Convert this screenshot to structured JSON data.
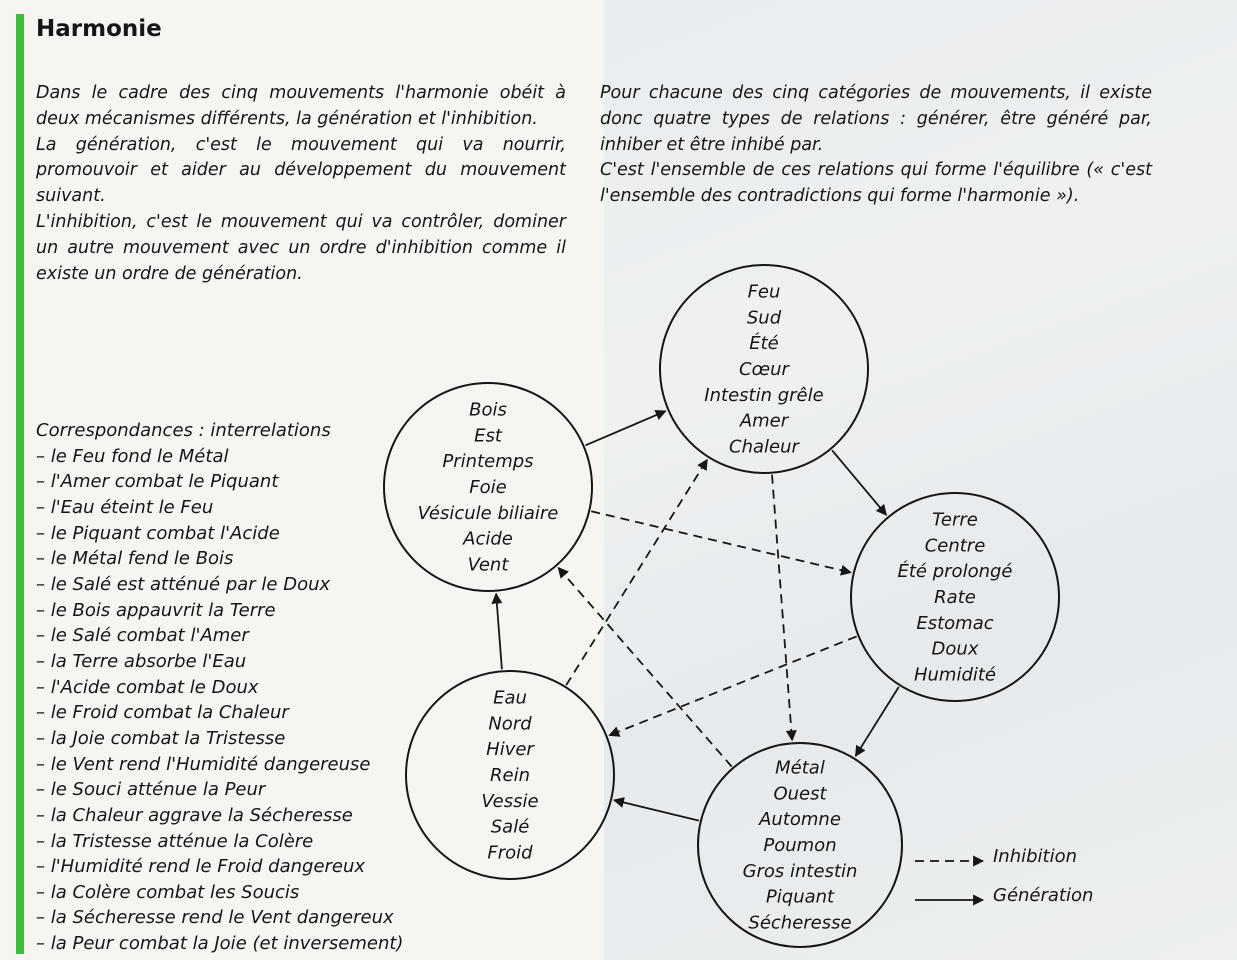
{
  "title": "Harmonie",
  "intro_left": [
    "Dans le cadre des cinq mouvements l'harmonie obéit à deux mécanismes différents, la génération et l'inhibition.",
    "La génération, c'est le mouvement qui va nourrir, promouvoir et aider au développement du mouvement suivant.",
    "L'inhibition, c'est le mouvement qui va contrôler, dominer un autre mouvement avec un ordre d'inhibition comme il existe un ordre de génération."
  ],
  "intro_right": [
    "Pour chacune des cinq catégories de mouvements, il existe donc quatre types de relations : générer, être généré par, inhiber et être inhibé par.",
    "C'est l'ensemble de ces relations qui forme l'équilibre (« c'est l'ensemble des contradictions qui forme l'harmonie »)."
  ],
  "correspondences": {
    "heading": "Correspondances : interrelations",
    "items": [
      "– le Feu fond le Métal",
      "– l'Amer combat le Piquant",
      "– l'Eau éteint le Feu",
      "– le Piquant combat l'Acide",
      "– le Métal fend le Bois",
      "– le Salé est atténué par le Doux",
      "– le Bois appauvrit la Terre",
      "– le Salé combat l'Amer",
      "– la Terre absorbe l'Eau",
      "– l'Acide combat le Doux",
      "– le Froid combat la Chaleur",
      "– la Joie combat la Tristesse",
      "– le Vent rend l'Humidité dangereuse",
      "– le Souci atténue la Peur",
      "– la Chaleur aggrave la Sécheresse",
      "– la Tristesse atténue la Colère",
      "– l'Humidité rend le Froid dangereux",
      "– la Colère combat les Soucis",
      "– la Sécheresse rend le Vent dangereux",
      "– la Peur combat la Joie (et inversement)"
    ]
  },
  "nodes": [
    {
      "id": "bois",
      "lines": [
        "Bois",
        "Est",
        "Printemps",
        "Foie",
        "Vésicule biliaire",
        "Acide",
        "Vent"
      ]
    },
    {
      "id": "feu",
      "lines": [
        "Feu",
        "Sud",
        "Été",
        "Cœur",
        "Intestin grêle",
        "Amer",
        "Chaleur"
      ]
    },
    {
      "id": "terre",
      "lines": [
        "Terre",
        "Centre",
        "Été prolongé",
        "Rate",
        "Estomac",
        "Doux",
        "Humidité"
      ]
    },
    {
      "id": "metal",
      "lines": [
        "Métal",
        "Ouest",
        "Automne",
        "Poumon",
        "Gros intestin",
        "Piquant",
        "Sécheresse"
      ]
    },
    {
      "id": "eau",
      "lines": [
        "Eau",
        "Nord",
        "Hiver",
        "Rein",
        "Vessie",
        "Salé",
        "Froid"
      ]
    }
  ],
  "generation_cycle": [
    "bois",
    "feu",
    "terre",
    "metal",
    "eau"
  ],
  "inhibition_cycle": [
    "bois",
    "terre",
    "eau",
    "feu",
    "metal"
  ],
  "legend": {
    "inhibition": "Inhibition",
    "generation": "Génération"
  },
  "colors": {
    "accent_bar": "#3bbf35",
    "text": "#161616"
  }
}
